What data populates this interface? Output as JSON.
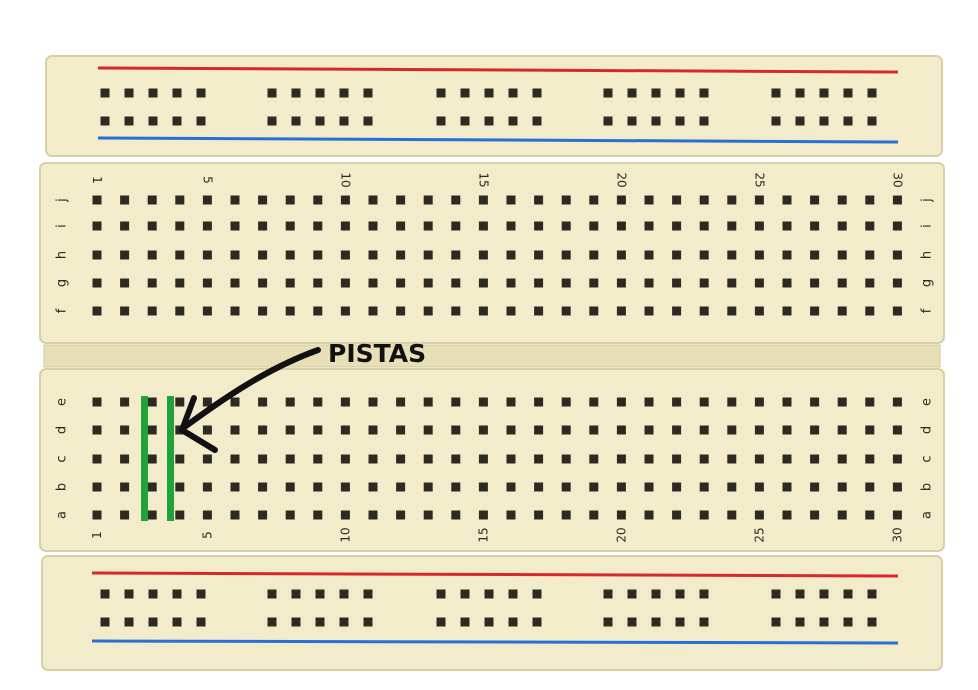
{
  "annotation": {
    "label": "PISTAS",
    "highlight_color": "#1fa33a",
    "arrow_color": "#111111"
  },
  "breadboard": {
    "body_color": "#f3eccb",
    "hole_color": "#2d2a22",
    "rail_red": "#d8282b",
    "rail_blue": "#2a6fd6",
    "column_numbers_top": [
      "1",
      "5",
      "10",
      "15",
      "20",
      "25",
      "30"
    ],
    "column_numbers_bottom": [
      "1",
      "5",
      "10",
      "15",
      "20",
      "25",
      "30"
    ],
    "row_letters_upper": [
      "f",
      "g",
      "h",
      "i",
      "j"
    ],
    "row_letters_lower": [
      "a",
      "b",
      "c",
      "d",
      "e"
    ],
    "columns": 30,
    "rail_groups": 5,
    "holes_per_rail_group": 5
  }
}
